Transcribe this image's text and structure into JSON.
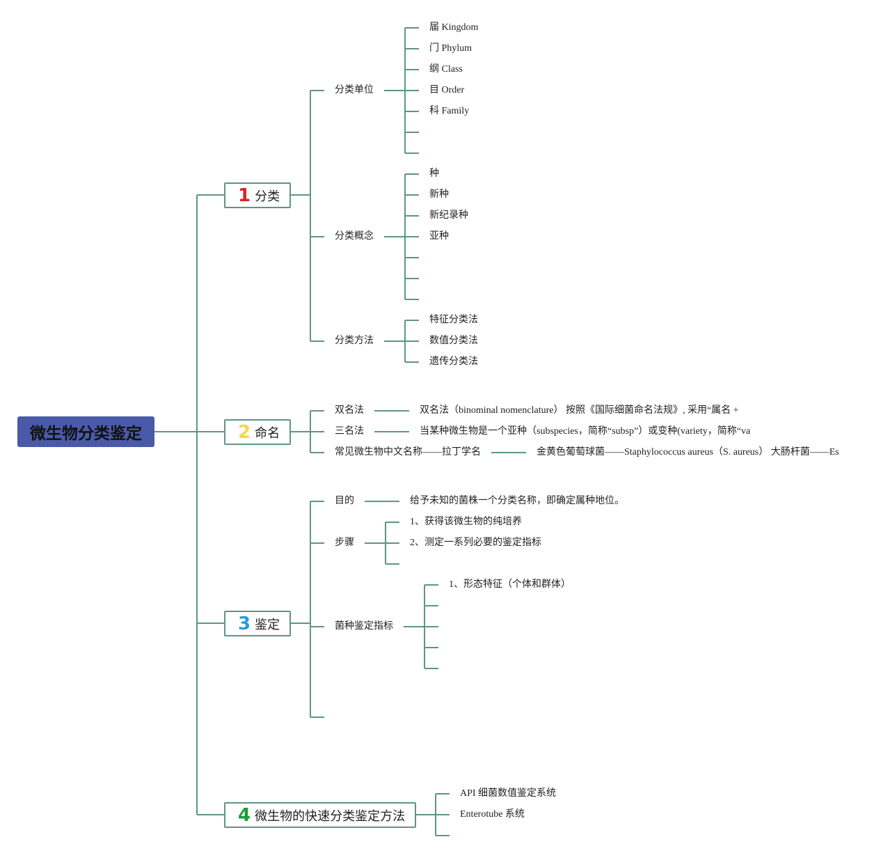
{
  "root": {
    "label": "微生物分类鉴定"
  },
  "branches": [
    {
      "num": "1",
      "label": "分类",
      "color": "#d8232a"
    },
    {
      "num": "2",
      "label": "命名",
      "color": "#f2d64e"
    },
    {
      "num": "3",
      "label": "鉴定",
      "color": "#2a9bd8"
    },
    {
      "num": "4",
      "label": "微生物的快速分类鉴定方法",
      "color": "#1f9a3a"
    }
  ],
  "classification": {
    "units": {
      "label": "分类单位",
      "items": [
        "届 Kingdom",
        "门 Phylum",
        "纲 Class",
        "目 Order",
        "科 Family"
      ]
    },
    "concepts": {
      "label": "分类概念",
      "items": [
        "种",
        "新种",
        "新纪录种",
        "亚种"
      ]
    },
    "methods": {
      "label": "分类方法",
      "items": [
        "特征分类法",
        "数值分类法",
        "遗传分类法"
      ]
    }
  },
  "naming": {
    "binomial": {
      "label": "双名法",
      "detail": "双名法（binominal nomenclature） 按照《国际细菌命名法规》, 采用“属名 +"
    },
    "trinomial": {
      "label": "三名法",
      "detail": "当某种微生物是一个亚种（subspecies，简称“subsp”）或变种(variety，简称“va"
    },
    "common": {
      "label": "常见微生物中文名称——拉丁学名",
      "detail": "金黄色葡萄球菌——Staphylococcus aureus（S. aureus） 大肠杆菌——Es"
    }
  },
  "identification": {
    "purpose": {
      "label": "目的",
      "detail": "给予未知的菌株一个分类名称，即确定属种地位。"
    },
    "steps": {
      "label": "步骤",
      "items": [
        "1、获得该微生物的纯培养",
        "2、测定一系列必要的鉴定指标"
      ]
    },
    "indicators": {
      "label": "菌种鉴定指标",
      "items": [
        "1、形态特征（个体和群体）"
      ]
    }
  },
  "rapid": {
    "items": [
      "API 细菌数值鉴定系统",
      "Enterotube 系统"
    ]
  },
  "colors": {
    "line": "#5f9485",
    "root": "#4a5aa8"
  }
}
